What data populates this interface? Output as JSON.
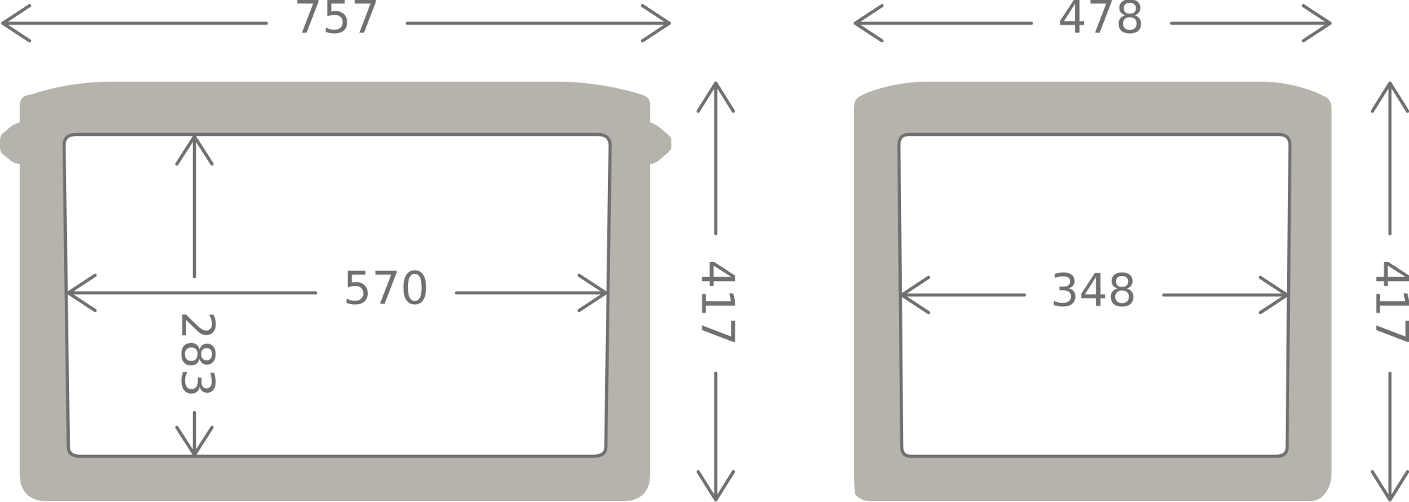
{
  "colors": {
    "body": "#b5b3ab",
    "line": "#707070",
    "inner": "#ffffff"
  },
  "front_view": {
    "outer_width": "757",
    "inner_width": "570",
    "inner_height": "283",
    "outer_height": "417"
  },
  "side_view": {
    "outer_width": "478",
    "inner_width": "348",
    "outer_height": "417"
  }
}
